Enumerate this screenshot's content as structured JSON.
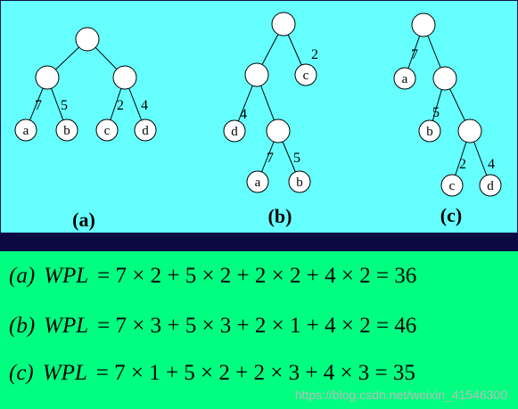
{
  "diagram": {
    "trees": [
      {
        "caption": "(a)",
        "leaves": [
          "a",
          "b",
          "c",
          "d"
        ],
        "weights": [
          "7",
          "5",
          "2",
          "4"
        ]
      },
      {
        "caption": "(b)",
        "leaves": [
          "c",
          "d",
          "a",
          "b"
        ],
        "weights": [
          "2",
          "4",
          "7",
          "5"
        ]
      },
      {
        "caption": "(c)",
        "leaves": [
          "a",
          "b",
          "c",
          "d"
        ],
        "weights": [
          "7",
          "5",
          "2",
          "4"
        ]
      }
    ]
  },
  "formulas": [
    {
      "tag": "(a)",
      "label": "WPL",
      "expression": "= 7 × 2 + 5 × 2 + 2 × 2 + 4 × 2 = 36"
    },
    {
      "tag": "(b)",
      "label": "WPL",
      "expression": "= 7 × 3 + 5 × 3 + 2 × 1 + 4 × 2 = 46"
    },
    {
      "tag": "(c)",
      "label": "WPL",
      "expression": "= 7 × 1 + 5 × 2 + 2 × 3 + 4 × 3 = 35"
    }
  ],
  "watermark": "https://blog.csdn.net/weixin_41546300",
  "colors": {
    "top_background": "#66ffff",
    "bottom_background": "#00ff80",
    "divider": "#0a0a40"
  }
}
